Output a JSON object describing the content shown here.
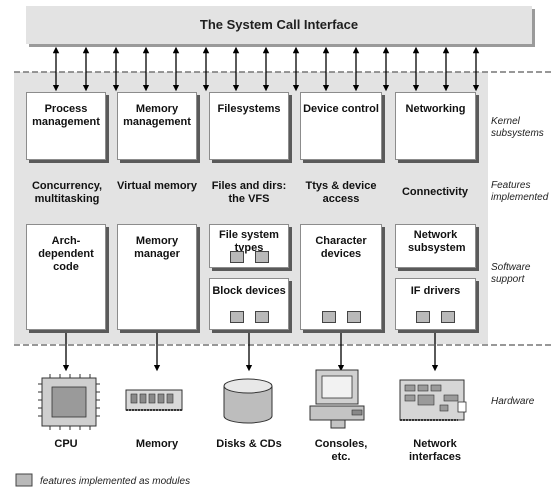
{
  "title": "The System Call Interface",
  "subsystems": [
    "Process management",
    "Memory management",
    "Filesystems",
    "Device control",
    "Networking"
  ],
  "features": [
    "Concurrency, multitasking",
    "Virtual memory",
    "Files and dirs: the VFS",
    "Ttys & device access",
    "Connectivity"
  ],
  "software": {
    "arch": "Arch-dependent code",
    "memmgr": "Memory manager",
    "fstypes": "File system types",
    "blockdev": "Block devices",
    "chardev": "Character devices",
    "netsub": "Network subsystem",
    "ifdrivers": "IF drivers"
  },
  "hardware": [
    "CPU",
    "Memory",
    "Disks & CDs",
    "Consoles, etc.",
    "Network interfaces"
  ],
  "side_labels": {
    "kernel": "Kernel subsystems",
    "features": "Features implemented",
    "software": "Software support",
    "hardware": "Hardware"
  },
  "legend": "features implemented as modules",
  "colors": {
    "band": "#e3e3e3",
    "module": "#b9b9b9",
    "shadow": "#5a5a5a"
  }
}
